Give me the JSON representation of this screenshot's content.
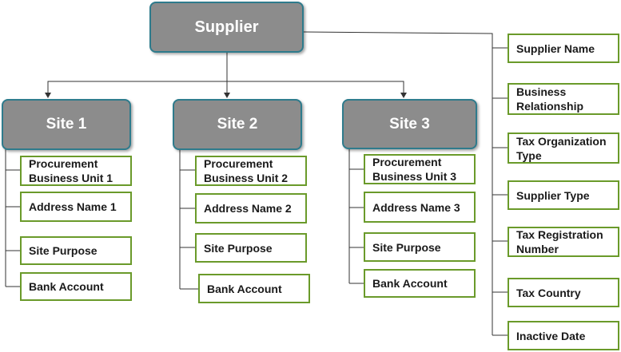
{
  "root": {
    "label": "Supplier"
  },
  "sites": [
    {
      "label": "Site 1",
      "children": [
        "Procurement Business Unit 1",
        "Address Name 1",
        "Site Purpose",
        "Bank Account"
      ]
    },
    {
      "label": "Site 2",
      "children": [
        "Procurement Business Unit 2",
        "Address Name 2",
        "Site Purpose",
        "Bank Account"
      ]
    },
    {
      "label": "Site 3",
      "children": [
        "Procurement Business Unit 3",
        "Address Name 3",
        "Site Purpose",
        "Bank Account"
      ]
    }
  ],
  "attributes": [
    "Supplier Name",
    "Business Relationship",
    "Tax Organization Type",
    "Supplier Type",
    "Tax Registration Number",
    "Tax Country",
    "Inactive Date"
  ],
  "colors": {
    "head_fill": "#8c8c8c",
    "head_border": "#2e7b8c",
    "leaf_border": "#6a9a2a",
    "connector": "#333333"
  }
}
